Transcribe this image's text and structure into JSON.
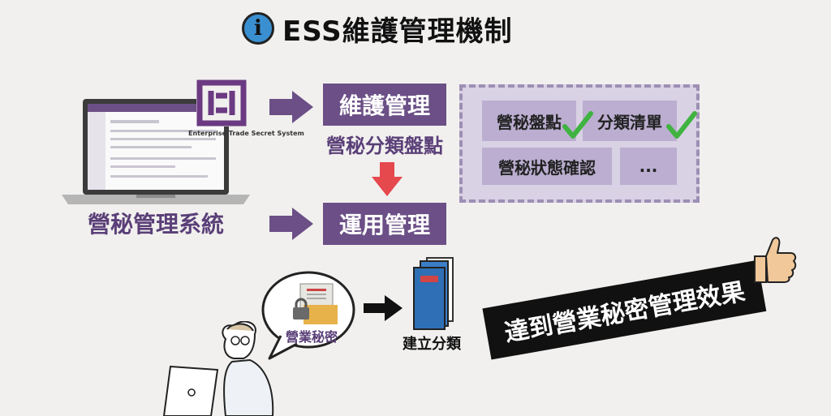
{
  "title": "ESS維護管理機制",
  "logo_caption": "Enterprise Trade Secret System",
  "laptop_caption": "營秘管理系統",
  "maintenance": {
    "label": "維護管理",
    "subtitle": "營秘分類盤點"
  },
  "application": {
    "label": "運用管理"
  },
  "tasks": [
    {
      "label": "營秘盤點",
      "checked": true
    },
    {
      "label": "分類清單",
      "checked": true
    },
    {
      "label": "營秘狀態確認"
    },
    {
      "label": "..."
    }
  ],
  "bubble_label": "營業秘密",
  "folder_caption": "建立分類",
  "banner": "達到營業秘密管理效果",
  "colors": {
    "purple": "#6b4f86",
    "light_purple": "#bbaed0",
    "arrow_purple": "#6b4f86",
    "down_arrow": "#e5484d",
    "check": "#3fb33f"
  },
  "icons": [
    "info-icon",
    "ess-logo-icon",
    "right-arrow-icon",
    "down-arrow-icon",
    "check-icon",
    "thumbs-up-icon",
    "folder-icon",
    "padlock-icon"
  ]
}
